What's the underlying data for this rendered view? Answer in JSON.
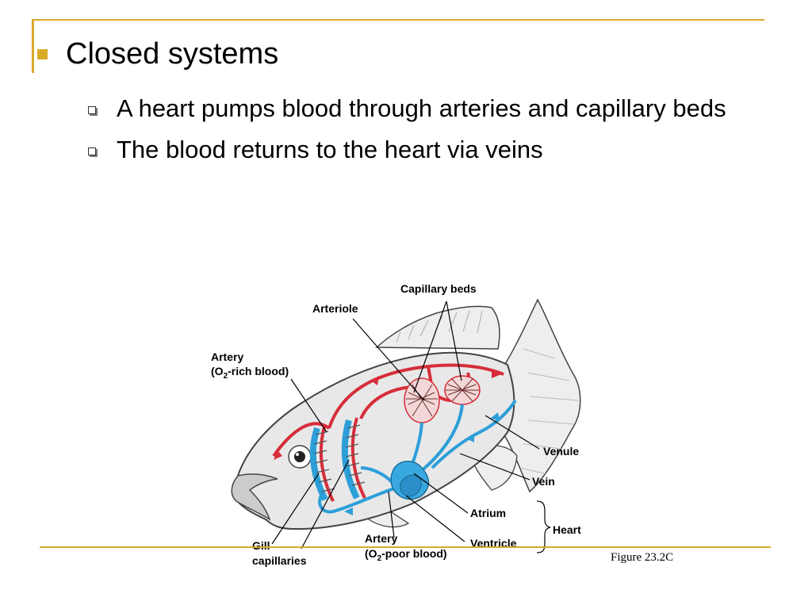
{
  "slide": {
    "title": "Closed systems",
    "bullets": [
      "A heart pumps blood through arteries and capillary beds",
      "The blood returns to the heart via veins"
    ]
  },
  "figure": {
    "labels": {
      "capillary_beds": "Capillary beds",
      "arteriole": "Arteriole",
      "artery_rich_1": "Artery",
      "artery_rich_2a": "(O",
      "artery_rich_sub": "2",
      "artery_rich_2b": "-rich blood)",
      "venule": "Venule",
      "vein": "Vein",
      "atrium": "Atrium",
      "heart": "Heart",
      "ventricle": "Ventricle",
      "artery_poor_1": "Artery",
      "artery_poor_2a": "(O",
      "artery_poor_sub": "2",
      "artery_poor_2b": "-poor blood)",
      "gill_1": "Gill",
      "gill_2": "capillaries"
    },
    "caption": "Figure 23.2C"
  },
  "colors": {
    "accent": "#d9a928",
    "artery_red": "#d62d3a",
    "vein_blue": "#2c9fd9",
    "heart_blue": "#3aa8e0",
    "fish_body": "#e8e8e8"
  }
}
